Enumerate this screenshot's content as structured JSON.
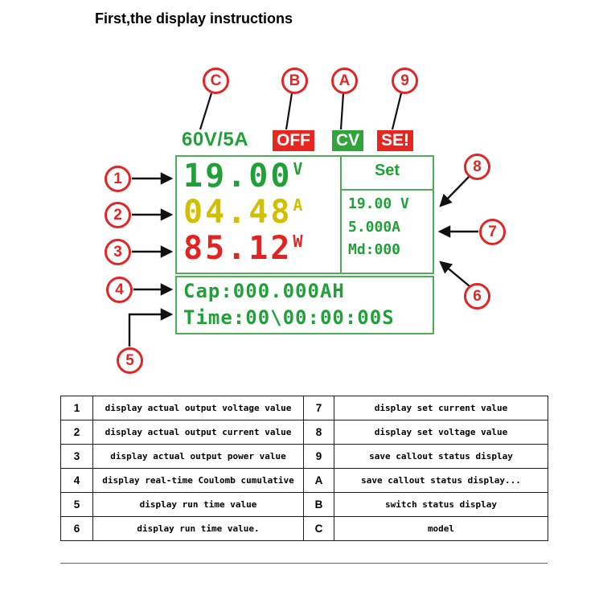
{
  "page": {
    "title": "First,the display instructions"
  },
  "display": {
    "rating": "60V/5A",
    "switch_status": "OFF",
    "cv_status": "CV",
    "save_status": "SE!",
    "voltage": {
      "value": "19.00",
      "unit": "V"
    },
    "current": {
      "value": "04.48",
      "unit": "A"
    },
    "power": {
      "value": "85.12",
      "unit": "W"
    },
    "set": {
      "title": "Set",
      "voltage": "19.00 V",
      "current": "5.000A",
      "mode": "Md:000"
    },
    "capacity": "Cap:000.000AH",
    "time": "Time:00\\00:00:00S"
  },
  "callouts": {
    "1": "1",
    "2": "2",
    "3": "3",
    "4": "4",
    "5": "5",
    "6": "6",
    "7": "7",
    "8": "8",
    "9": "9",
    "A": "A",
    "B": "B",
    "C": "C"
  },
  "colors": {
    "display_green": "#1fa138",
    "display_yellow": "#d2c000",
    "display_red": "#e42320",
    "border_green": "#4ab053",
    "badge_red_bg": "#e8251f",
    "badge_green_bg": "#2fa53c",
    "callout_red": "#e02626"
  },
  "legend": {
    "rows": [
      {
        "n1": "1",
        "d1": "display actual output voltage value",
        "n2": "7",
        "d2": "display set current value"
      },
      {
        "n1": "2",
        "d1": "display actual output current value",
        "n2": "8",
        "d2": "display set voltage value"
      },
      {
        "n1": "3",
        "d1": "display actual output power value",
        "n2": "9",
        "d2": "save callout status display"
      },
      {
        "n1": "4",
        "d1": "display real-time Coulomb cumulative",
        "n2": "A",
        "d2": "save callout status display..."
      },
      {
        "n1": "5",
        "d1": "display run time value",
        "n2": "B",
        "d2": "switch status display"
      },
      {
        "n1": "6",
        "d1": "display run time value.",
        "n2": "C",
        "d2": "model"
      }
    ]
  }
}
